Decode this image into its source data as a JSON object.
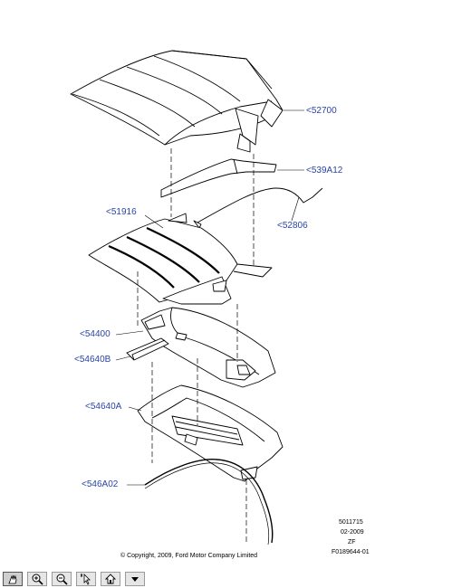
{
  "callouts": {
    "c52700": "<52700",
    "c539A12": "<539A12",
    "c51916": "<51916",
    "c52806": "<52806",
    "c54400": "<54400",
    "c54640B": "<54640B",
    "c54640A": "<54640A",
    "c546A02": "<546A02"
  },
  "meta": {
    "code": "5011715",
    "date": "02-2009",
    "region": "ZF",
    "figure": "F0189644-01",
    "copyright": "© Copyright, 2009, Ford Motor Company Limited"
  },
  "toolbar": {
    "icons": [
      "pan-icon",
      "zoom-in-icon",
      "zoom-out-icon",
      "select-icon",
      "home-icon",
      "dropdown-icon"
    ]
  },
  "colors": {
    "callout": "#2a44a8",
    "line": "#000000"
  }
}
